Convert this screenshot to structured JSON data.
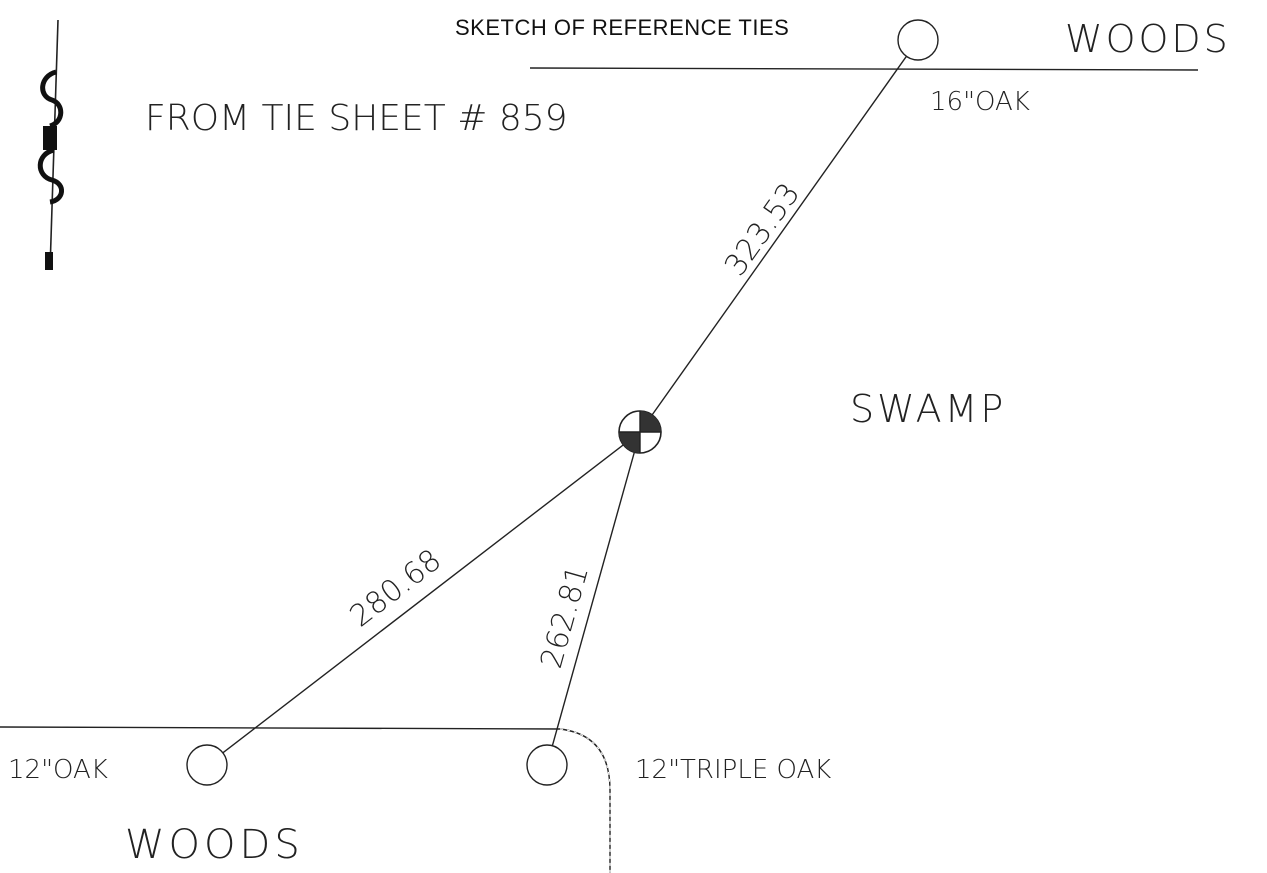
{
  "title": "SKETCH OF REFERENCE TIES",
  "subtitle": "FROM TIE SHEET # 859",
  "areas": {
    "woods_top": "WOODS",
    "swamp": "SWAMP",
    "woods_bottom": "WOODS"
  },
  "trees": {
    "top": "16\"OAK",
    "bottom_left": "12\"OAK",
    "bottom_right": "12\"TRIPLE OAK"
  },
  "ties": {
    "to_16_oak": "323.53",
    "to_12_oak": "280.68",
    "to_12_triple_oak": "262.81"
  },
  "colors": {
    "ink": "#222222",
    "paper": "#ffffff"
  }
}
